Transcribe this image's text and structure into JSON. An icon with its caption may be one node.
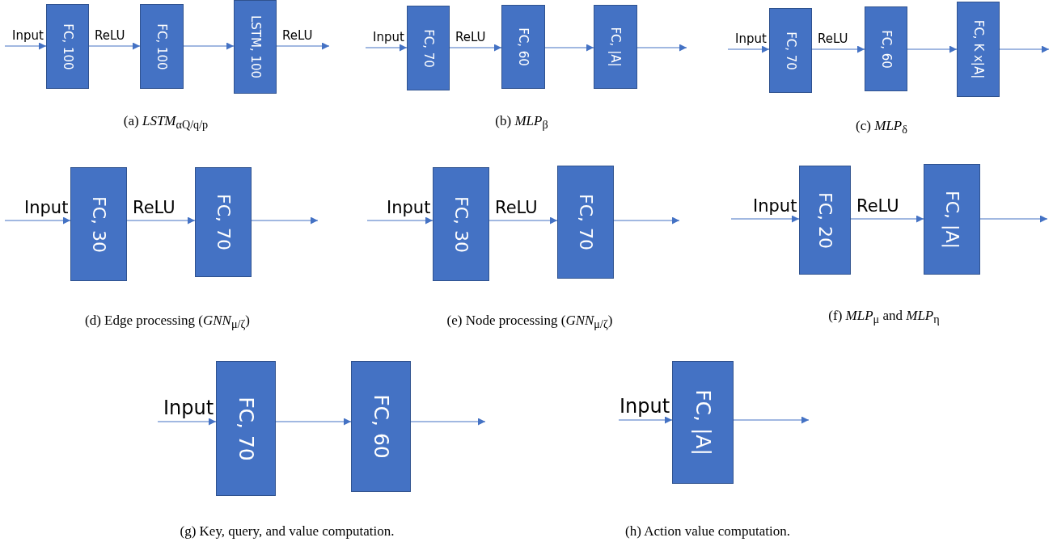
{
  "diagram": {
    "nodes": [
      {
        "text": [
          "FC, 100"
        ]
      },
      {
        "text": [
          "FC, 100"
        ]
      },
      {
        "text": [
          "LSTM, 100"
        ]
      },
      {
        "text": [
          "FC, 70"
        ]
      },
      {
        "text": [
          "FC, 60"
        ]
      },
      {
        "text": [
          "FC, |A|"
        ]
      },
      {
        "text": [
          "FC, 70"
        ]
      },
      {
        "text": [
          "FC, 60"
        ]
      },
      {
        "text": [
          "FC, K x|A|"
        ]
      },
      {
        "text": [
          "FC, 30"
        ]
      },
      {
        "text": [
          "FC, 70"
        ]
      },
      {
        "text": [
          "FC, 30"
        ]
      },
      {
        "text": [
          "FC, 70"
        ]
      },
      {
        "text": [
          "FC, 20"
        ]
      },
      {
        "text": [
          "FC, |A|"
        ]
      },
      {
        "text": [
          "FC, 70"
        ]
      },
      {
        "text": [
          "FC, 60"
        ]
      },
      {
        "text": [
          "FC, |A|"
        ]
      }
    ],
    "edges": [
      {
        "from": null,
        "to": 0,
        "arrow": "to",
        "label": "Input"
      },
      {
        "from": 0,
        "to": 1,
        "arrow": "to",
        "label": "ReLU"
      },
      {
        "from": 1,
        "to": 2,
        "arrow": "to"
      },
      {
        "from": 2,
        "to": null,
        "arrow": "to",
        "label": "ReLU"
      },
      {
        "from": null,
        "to": 3,
        "arrow": "to",
        "label": "Input"
      },
      {
        "from": 3,
        "to": 4,
        "arrow": "to",
        "label": "ReLU"
      },
      {
        "from": 4,
        "to": 5,
        "arrow": "to"
      },
      {
        "from": 5,
        "to": null,
        "arrow": "to"
      },
      {
        "from": null,
        "to": 6,
        "arrow": "to",
        "label": "Input"
      },
      {
        "from": 6,
        "to": 7,
        "arrow": "to",
        "label": "ReLU"
      },
      {
        "from": 7,
        "to": 8,
        "arrow": "to"
      },
      {
        "from": 8,
        "to": null,
        "arrow": "to"
      },
      {
        "from": null,
        "to": 9,
        "arrow": "to",
        "label": "Input"
      },
      {
        "from": 9,
        "to": 10,
        "arrow": "to",
        "label": "ReLU"
      },
      {
        "from": 10,
        "to": null,
        "arrow": "to"
      },
      {
        "from": null,
        "to": 11,
        "arrow": "to",
        "label": "Input"
      },
      {
        "from": 11,
        "to": 12,
        "arrow": "to",
        "label": "ReLU"
      },
      {
        "from": 12,
        "to": null,
        "arrow": "to"
      },
      {
        "from": null,
        "to": 13,
        "arrow": "to",
        "label": "Input"
      },
      {
        "from": 13,
        "to": 14,
        "arrow": "to",
        "label": "ReLU"
      },
      {
        "from": 14,
        "to": null,
        "arrow": "to"
      },
      {
        "from": null,
        "to": 15,
        "arrow": "to",
        "label": "Input"
      },
      {
        "from": 15,
        "to": 16,
        "arrow": "to"
      },
      {
        "from": 16,
        "to": null,
        "arrow": "to"
      },
      {
        "from": null,
        "to": 17,
        "arrow": "to",
        "label": "Input"
      },
      {
        "from": 17,
        "to": null,
        "arrow": "to"
      }
    ],
    "labels": [
      "(a) *LSTM*$_{αQ/q/p}$",
      "(b) *MLP*$_{β}$",
      "(c) *MLP*$_{δ}$",
      "(d) Edge processing (*GNN*$_{μ/ζ}$)",
      "(e) Node processing (*GNN*$_{μ/ζ}$)",
      "(f) *MLP*$_{μ}$ and *MLP*$_{η}$",
      "(g) Key, query, and value computation.",
      "(h) Action value computation."
    ]
  }
}
